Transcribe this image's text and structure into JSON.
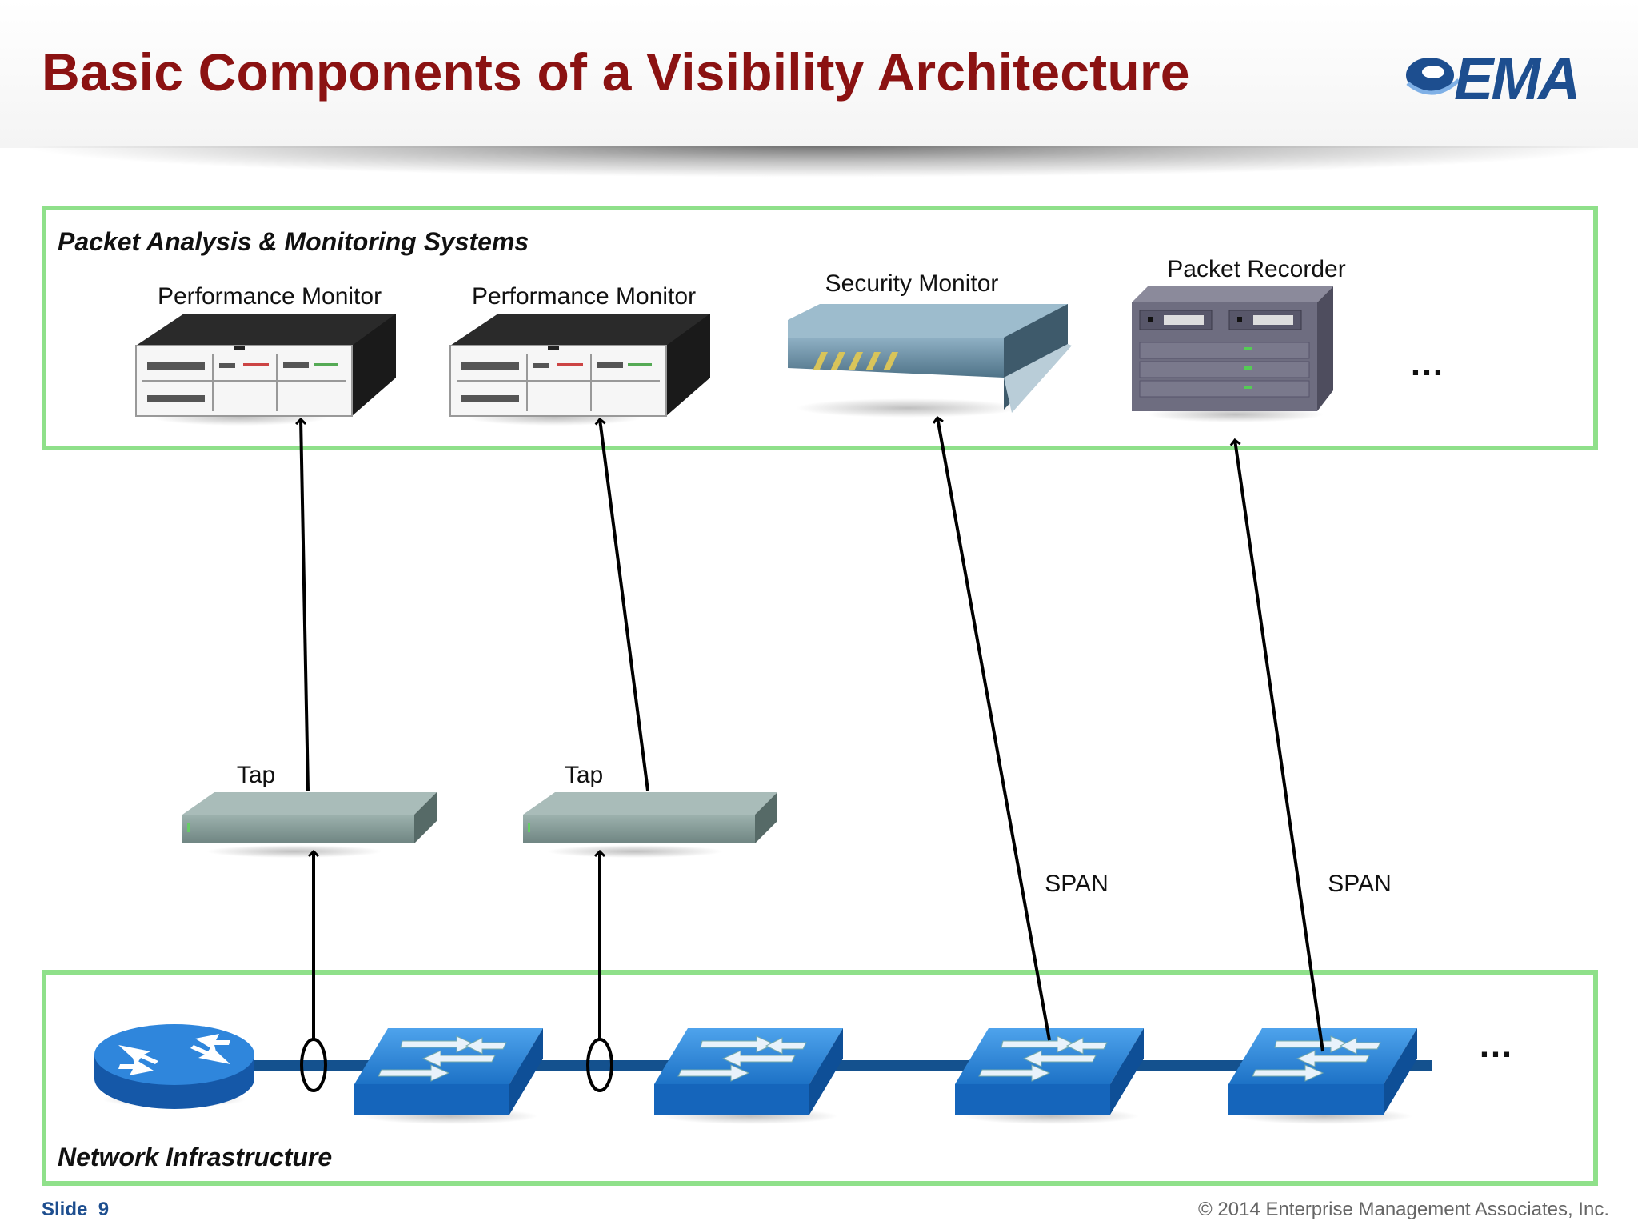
{
  "slide": {
    "title": "Basic Components of a Visibility Architecture",
    "logo_text": "EMA",
    "slide_label": "Slide",
    "slide_number": "9",
    "copyright": "© 2014 Enterprise Management Associates, Inc."
  },
  "top_group": {
    "label": "Packet Analysis & Monitoring Systems",
    "devices": [
      {
        "label": "Performance Monitor",
        "icon": "performance-monitor-icon"
      },
      {
        "label": "Performance Monitor",
        "icon": "performance-monitor-icon"
      },
      {
        "label": "Security Monitor",
        "icon": "security-appliance-icon"
      },
      {
        "label": "Packet Recorder",
        "icon": "packet-recorder-icon"
      }
    ],
    "more": "…"
  },
  "taps": [
    {
      "label": "Tap"
    },
    {
      "label": "Tap"
    }
  ],
  "spans": [
    {
      "label": "SPAN"
    },
    {
      "label": "SPAN"
    }
  ],
  "bottom_group": {
    "label": "Network Infrastructure",
    "devices": [
      "router-icon",
      "switch-icon",
      "switch-icon",
      "switch-icon",
      "switch-icon"
    ],
    "more": "…"
  },
  "colors": {
    "title": "#8b1212",
    "group_border": "#8fe08a",
    "switch_blue": "#1f7bd0",
    "link_blue": "#14518e",
    "logo_blue": "#1d4e8f"
  }
}
